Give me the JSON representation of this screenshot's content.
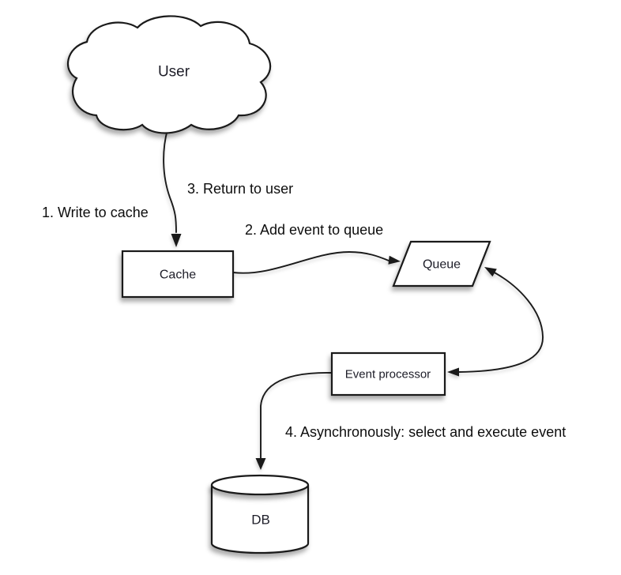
{
  "diagram": {
    "background_color": "#ffffff",
    "stroke_color": "#1a1a1a",
    "shape_fill_color": "#ffffff",
    "nodes": {
      "user": {
        "label": "User",
        "shape": "cloud"
      },
      "cache": {
        "label": "Cache",
        "shape": "rectangle"
      },
      "queue": {
        "label": "Queue",
        "shape": "parallelogram"
      },
      "event_processor": {
        "label": "Event processor",
        "shape": "rectangle"
      },
      "db": {
        "label": "DB",
        "shape": "cylinder"
      }
    },
    "steps": {
      "step1": {
        "label": "1. Write to cache",
        "from": "User",
        "to": "Cache"
      },
      "step2": {
        "label": "2. Add event to queue",
        "from": "Cache",
        "to": "Queue"
      },
      "step3": {
        "label": "3. Return to user",
        "from": "Cache",
        "to": "User"
      },
      "step4": {
        "label": "4. Asynchronously: select and execute event",
        "from": "Event processor",
        "to": "DB"
      }
    },
    "edges": {
      "user_cache": {
        "description": "arrow from User cloud down into Cache"
      },
      "cache_queue": {
        "description": "arrow from Cache right side into Queue"
      },
      "queue_event_processor": {
        "description": "double-headed curved arrow between Queue and Event processor"
      },
      "event_processor_db": {
        "description": "arrow from Event processor down into DB"
      }
    }
  }
}
